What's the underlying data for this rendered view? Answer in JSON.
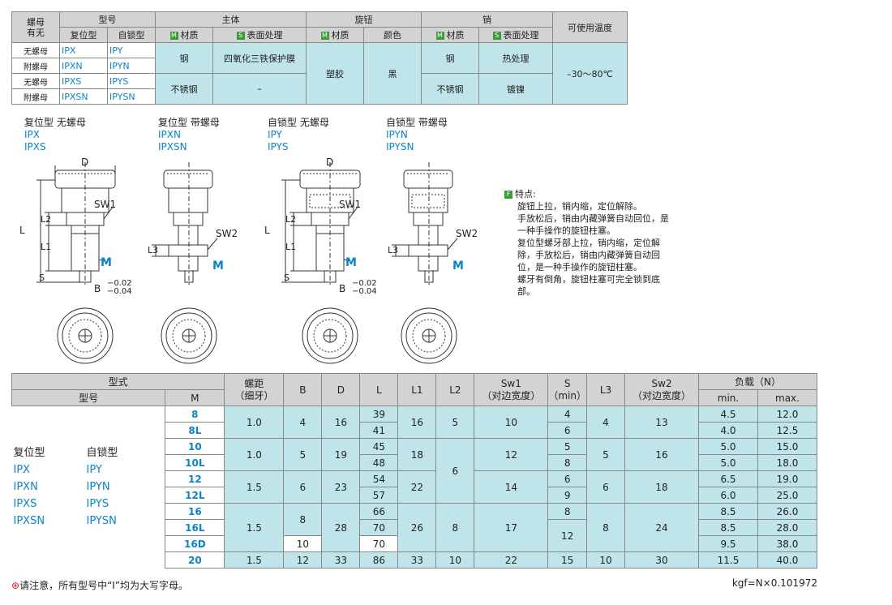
{
  "top_table": {
    "h_nut": "螺母\n有无",
    "h_model": "型号",
    "h_reset": "复位型",
    "h_lock": "自锁型",
    "h_body": "主体",
    "h_knob": "旋钮",
    "h_pin": "销",
    "h_temp": "可使用温度",
    "h_material": "材质",
    "h_surface": "表面处理",
    "h_color": "颜色",
    "tag_m": "M",
    "tag_s": "S",
    "rows": [
      {
        "nut": "无螺母",
        "reset": "IPX",
        "lock": "IPY"
      },
      {
        "nut": "附螺母",
        "reset": "IPXN",
        "lock": "IPYN"
      },
      {
        "nut": "无螺母",
        "reset": "IPXS",
        "lock": "IPYS"
      },
      {
        "nut": "附螺母",
        "reset": "IPXSN",
        "lock": "IPYSN"
      }
    ],
    "body_mat1": "钢",
    "body_surf1": "四氧化三铁保护膜",
    "body_mat2": "不锈钢",
    "body_surf2": "–",
    "knob_mat": "塑胶",
    "knob_color": "黑",
    "pin_mat1": "钢",
    "pin_surf1": "热处理",
    "pin_mat2": "不锈钢",
    "pin_surf2": "镀镍",
    "temp": "–30～80℃"
  },
  "drawings": [
    {
      "title": "复位型 无螺母",
      "codes": [
        "IPX",
        "IPXS"
      ]
    },
    {
      "title": "复位型 带螺母",
      "codes": [
        "IPXN",
        "IPXSN"
      ]
    },
    {
      "title": "自锁型 无螺母",
      "codes": [
        "IPY",
        "IPYS"
      ]
    },
    {
      "title": "自锁型 带螺母",
      "codes": [
        "IPYN",
        "IPYSN"
      ]
    }
  ],
  "dim_labels": {
    "D": "D",
    "L": "L",
    "L1": "L1",
    "L2": "L2",
    "L3": "L3",
    "S": "S",
    "SW1": "SW1",
    "SW2": "SW2",
    "M": "M",
    "B": "B",
    "tol_up": "−0.02",
    "tol_dn": "−0.04"
  },
  "features": {
    "tag": "F",
    "title": "特点:",
    "lines": [
      "旋钮上拉，销内缩，定位解除。",
      "手放松后，销由内藏弹簧自动回位，是一种手操作的旋钮柱塞。",
      "复位型螺牙部上拉，销内缩，定位解除，手放松后，销由内藏弹簧自动回位，是一种手操作的旋钮柱塞。",
      "螺牙有倒角，旋钮柱塞可完全锁到底部。"
    ]
  },
  "spec_table": {
    "h_style": "型式",
    "h_model": "型号",
    "h_M": "M",
    "h_pitch": "螺距",
    "h_pitch2": "（细牙）",
    "h_B": "B",
    "h_D": "D",
    "h_L": "L",
    "h_L1": "L1",
    "h_L2": "L2",
    "h_Sw1": "Sw1",
    "h_Sw1b": "（对边宽度）",
    "h_S": "S",
    "h_S2": "（min）",
    "h_L3": "L3",
    "h_Sw2": "Sw2",
    "h_Sw2b": "（对边宽度）",
    "h_load": "负载（N）",
    "h_min": "min.",
    "h_max": "max.",
    "reset_label": "复位型",
    "lock_label": "自锁型",
    "reset_codes": [
      "IPX",
      "IPXN",
      "IPXS",
      "IPXSN"
    ],
    "lock_codes": [
      "IPY",
      "IPYN",
      "IPYS",
      "IPYSN"
    ],
    "M": [
      "8",
      "8L",
      "10",
      "10L",
      "12",
      "12L",
      "16",
      "16L",
      "16D",
      "20"
    ],
    "pitch": [
      "1.0",
      "1.0",
      "1.5",
      "1.5",
      "1.5"
    ],
    "B": [
      "4",
      "5",
      "6",
      "8",
      "10",
      "12"
    ],
    "D": [
      "16",
      "19",
      "23",
      "28",
      "33"
    ],
    "L": [
      "39",
      "41",
      "45",
      "48",
      "54",
      "57",
      "66",
      "70",
      "70",
      "86"
    ],
    "L1": [
      "16",
      "18",
      "22",
      "26",
      "33"
    ],
    "L2": [
      "5",
      "6",
      "8",
      "10"
    ],
    "Sw1": [
      "10",
      "12",
      "14",
      "17",
      "22"
    ],
    "S": [
      "4",
      "6",
      "5",
      "8",
      "6",
      "9",
      "8",
      "12",
      "15"
    ],
    "L3": [
      "4",
      "5",
      "6",
      "8",
      "10"
    ],
    "Sw2": [
      "13",
      "16",
      "18",
      "24",
      "30"
    ],
    "min": [
      "4.5",
      "4.0",
      "5.0",
      "5.0",
      "6.5",
      "6.0",
      "8.5",
      "8.5",
      "9.5",
      "11.5"
    ],
    "max": [
      "12.0",
      "12.5",
      "15.0",
      "18.0",
      "19.0",
      "25.0",
      "26.0",
      "28.0",
      "38.0",
      "40.0"
    ]
  },
  "note": "请注意，所有型号中“I”均为大写字母。",
  "kgf": "kgf=N×0.101972"
}
